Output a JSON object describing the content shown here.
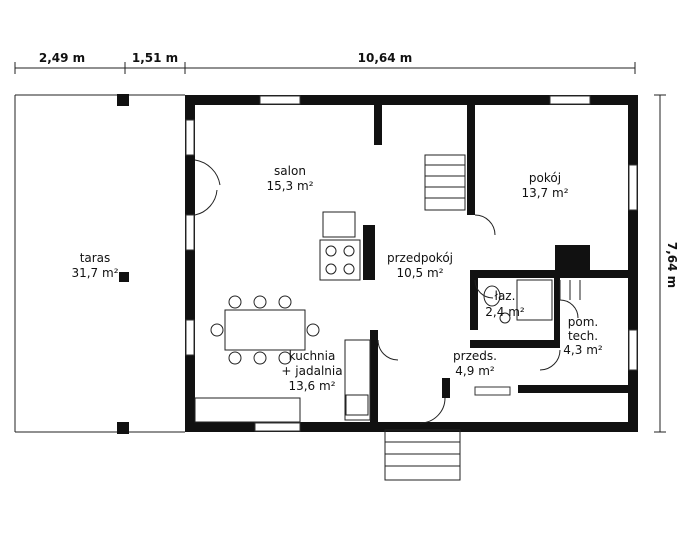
{
  "dimensions": {
    "top": [
      "2,49 m",
      "1,51 m",
      "10,64 m"
    ],
    "right": "7,64 m"
  },
  "rooms": {
    "salon": {
      "name": "salon",
      "area": "15,3 m²"
    },
    "pokoj": {
      "name": "pokój",
      "area": "13,7 m²"
    },
    "przedpokoj": {
      "name": "przedpokój",
      "area": "10,5 m²"
    },
    "taras": {
      "name": "taras",
      "area": "31,7 m²"
    },
    "lazienka": {
      "name": "łaz.",
      "area": "2,4 m²"
    },
    "pom_tech": {
      "name1": "pom.",
      "name2": "tech.",
      "area": "4,3 m²"
    },
    "przeds": {
      "name": "przeds.",
      "area": "4,9 m²"
    },
    "kuchnia": {
      "name1": "kuchnia",
      "name2": "+ jadalnia",
      "area": "13,6 m²"
    }
  }
}
